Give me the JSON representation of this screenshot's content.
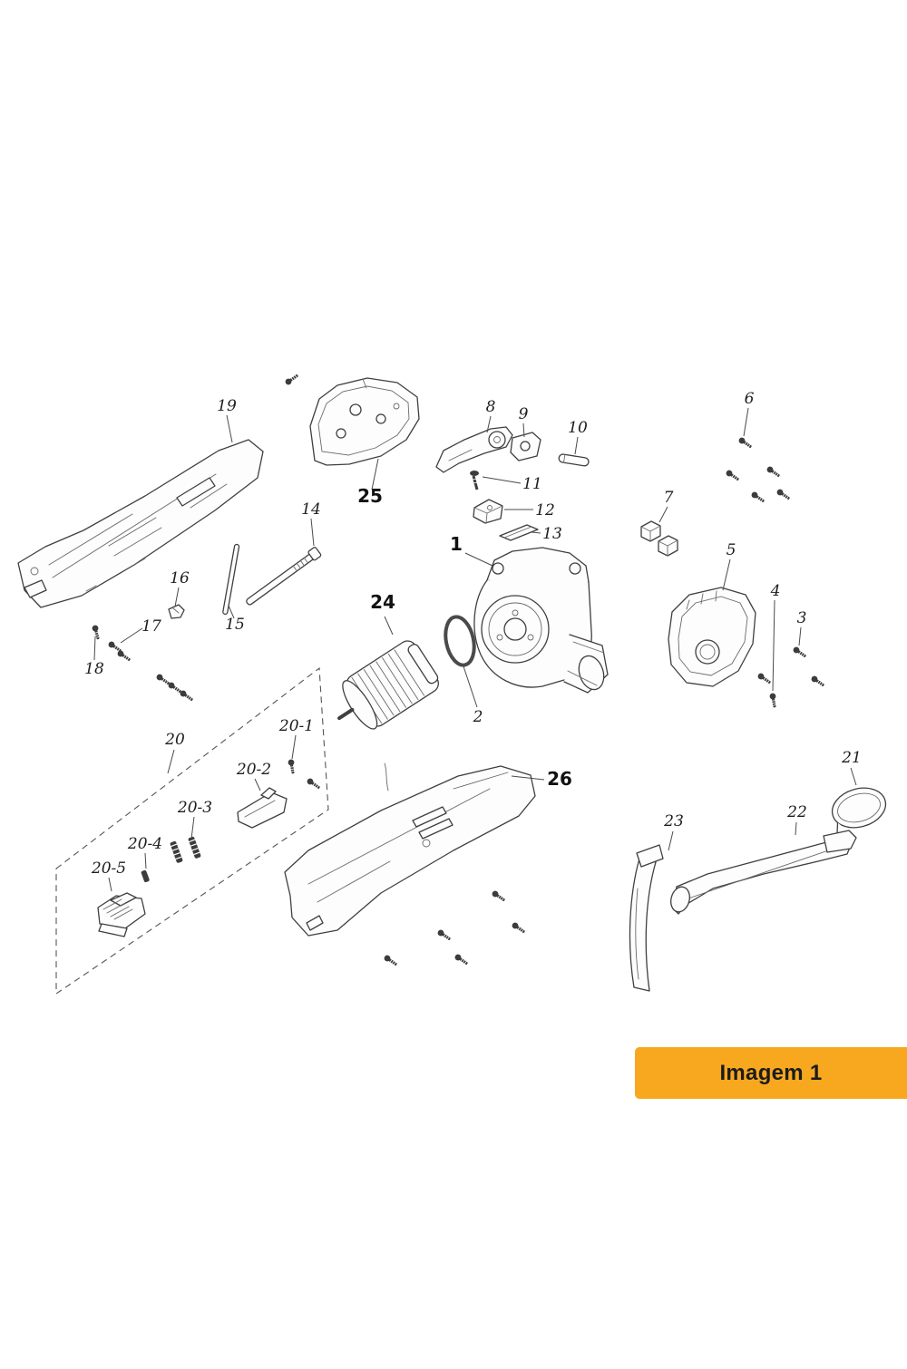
{
  "banner": {
    "label": "Imagem 1",
    "background": "#F7A81F",
    "text_color": "#1C1C1C"
  },
  "diagram": {
    "labels": {
      "l1": {
        "text": "1"
      },
      "l2": {
        "text": "2"
      },
      "l3": {
        "text": "3"
      },
      "l4": {
        "text": "4"
      },
      "l5": {
        "text": "5"
      },
      "l6": {
        "text": "6"
      },
      "l7": {
        "text": "7"
      },
      "l8": {
        "text": "8"
      },
      "l9": {
        "text": "9"
      },
      "l10": {
        "text": "10"
      },
      "l11": {
        "text": "11"
      },
      "l12": {
        "text": "12"
      },
      "l13": {
        "text": "13"
      },
      "l14": {
        "text": "14"
      },
      "l15": {
        "text": "15"
      },
      "l16": {
        "text": "16"
      },
      "l17": {
        "text": "17"
      },
      "l18": {
        "text": "18"
      },
      "l19": {
        "text": "19"
      },
      "l20": {
        "text": "20"
      },
      "l20_1": {
        "text": "20-1"
      },
      "l20_2": {
        "text": "20-2"
      },
      "l20_3": {
        "text": "20-3"
      },
      "l20_4": {
        "text": "20-4"
      },
      "l20_5": {
        "text": "20-5"
      },
      "l21": {
        "text": "21"
      },
      "l22": {
        "text": "22"
      },
      "l23": {
        "text": "23"
      },
      "l24": {
        "text": "24"
      },
      "l25": {
        "text": "25"
      },
      "l26": {
        "text": "26"
      }
    }
  }
}
